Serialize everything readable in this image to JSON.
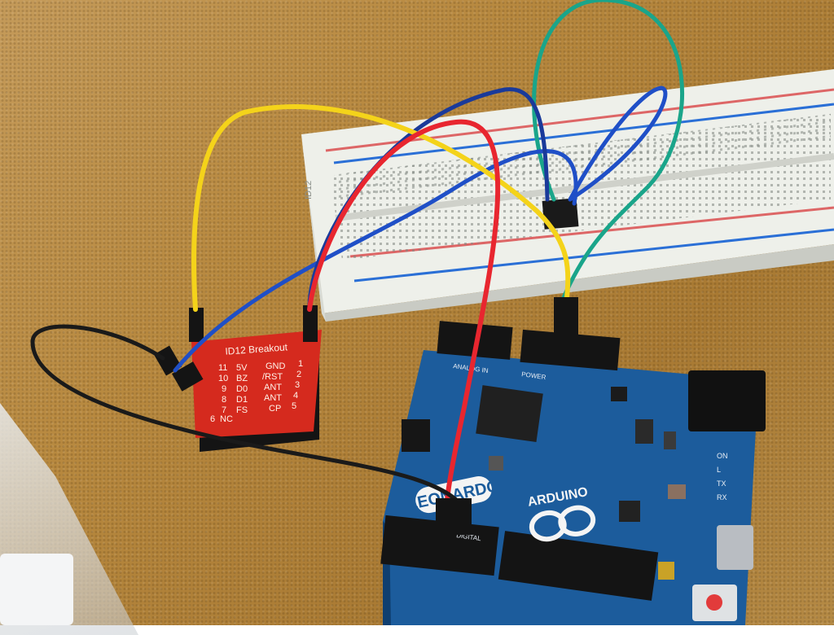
{
  "photo": {
    "subject": "arduino-leonardo-with-id12-breakout",
    "breakout": {
      "title": "ID12 Breakout",
      "left_pins": [
        "11",
        "10",
        "9",
        "8",
        "7",
        "6"
      ],
      "left_labels": [
        "5V",
        "BZ",
        "D0",
        "D1",
        "FS",
        "NC"
      ],
      "right_labels": [
        "GND",
        "/RST",
        "ANT",
        "ANT",
        "CP"
      ],
      "right_pins": [
        "1",
        "2",
        "3",
        "4",
        "5"
      ]
    },
    "arduino": {
      "board_name": "LEONARDO",
      "brand": "ARDUINO",
      "header_power": "POWER",
      "header_analog": "ANALOG IN",
      "header_digital": "DIGITAL",
      "leds": [
        "ON",
        "L",
        "TX",
        "RX"
      ]
    },
    "breadboard": {
      "label": "ID12"
    },
    "wire_colors": [
      "#f4d31a",
      "#1f4fc7",
      "#e8262f",
      "#1aa58a",
      "#1a1a1a"
    ],
    "pcb_color": "#d52a1e",
    "board_color": "#1c5c9c"
  }
}
